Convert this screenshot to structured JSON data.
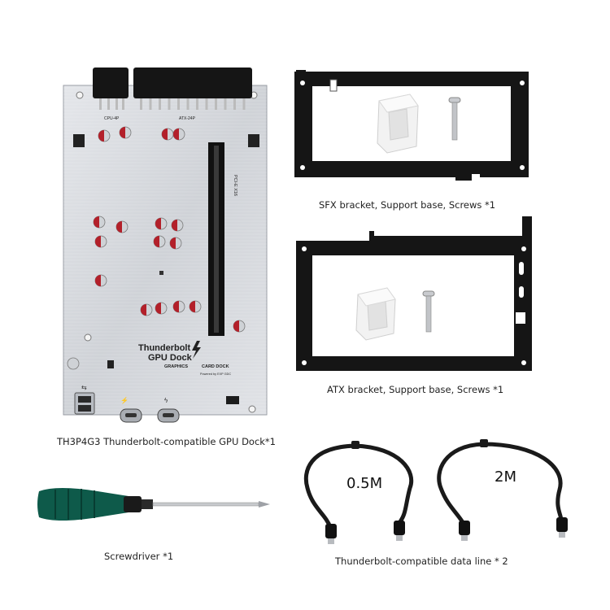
{
  "dock": {
    "caption": "TH3P4G3 Thunderbolt-compatible GPU Dock*1",
    "silk": {
      "brand_line1": "Thunderbolt",
      "brand_line2": "GPU Dock",
      "brand_line3": "GRAPHICS",
      "brand_line4": "CARD DOCK",
      "powered": "Powered by EXP GDC",
      "slot": "PCI-E X16",
      "cpu_header": "CPU-4P",
      "atx_header": "ATX-24P"
    }
  },
  "sfx": {
    "caption": "SFX bracket, Support base, Screws *1"
  },
  "atx": {
    "caption": "ATX bracket, Support base, Screws *1"
  },
  "screwdriver": {
    "caption": "Screwdriver *1"
  },
  "cables": {
    "caption": "Thunderbolt-compatible data line * 2",
    "short_label": "0.5M",
    "long_label": "2M"
  },
  "colors": {
    "board": "#d6d8dc",
    "bracket": "#151515",
    "screwdriver_handle": "#0e5a4a",
    "cable": "#1a1a1a"
  }
}
